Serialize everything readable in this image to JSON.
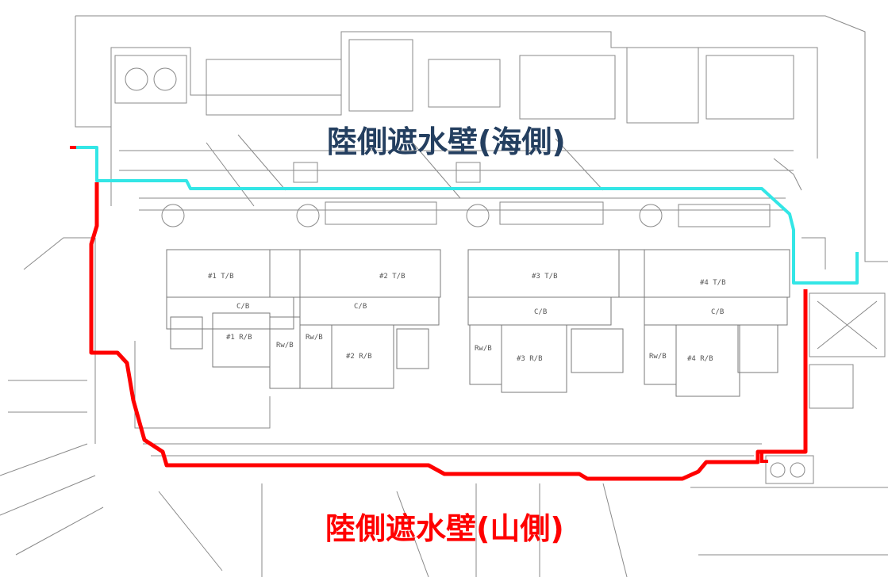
{
  "wall_labels": {
    "sea_side": "陸側遮水壁(海側)",
    "mountain_side": "陸側遮水壁(山側)"
  },
  "building_labels": {
    "u1_tb": "#1 T/B",
    "u2_tb": "#2 T/B",
    "u3_tb": "#3 T/B",
    "u4_tb": "#4 T/B",
    "cb_1": "C/B",
    "cb_2": "C/B",
    "cb_3": "C/B",
    "cb_4": "C/B",
    "u1_rb": "#1 R/B",
    "u2_rb": "#2 R/B",
    "u3_rb": "#3 R/B",
    "u4_rb": "#4 R/B",
    "rwb_1": "Rw/B",
    "rwb_2": "Rw/B",
    "rwb_3": "Rw/B",
    "rwb_4": "Rw/B"
  },
  "colors": {
    "sea_wall": "#33e6e6",
    "mountain_wall": "#ff0000",
    "sea_label": "#243f60",
    "mountain_label": "#ff0000",
    "linework": "#8a8a8a"
  }
}
